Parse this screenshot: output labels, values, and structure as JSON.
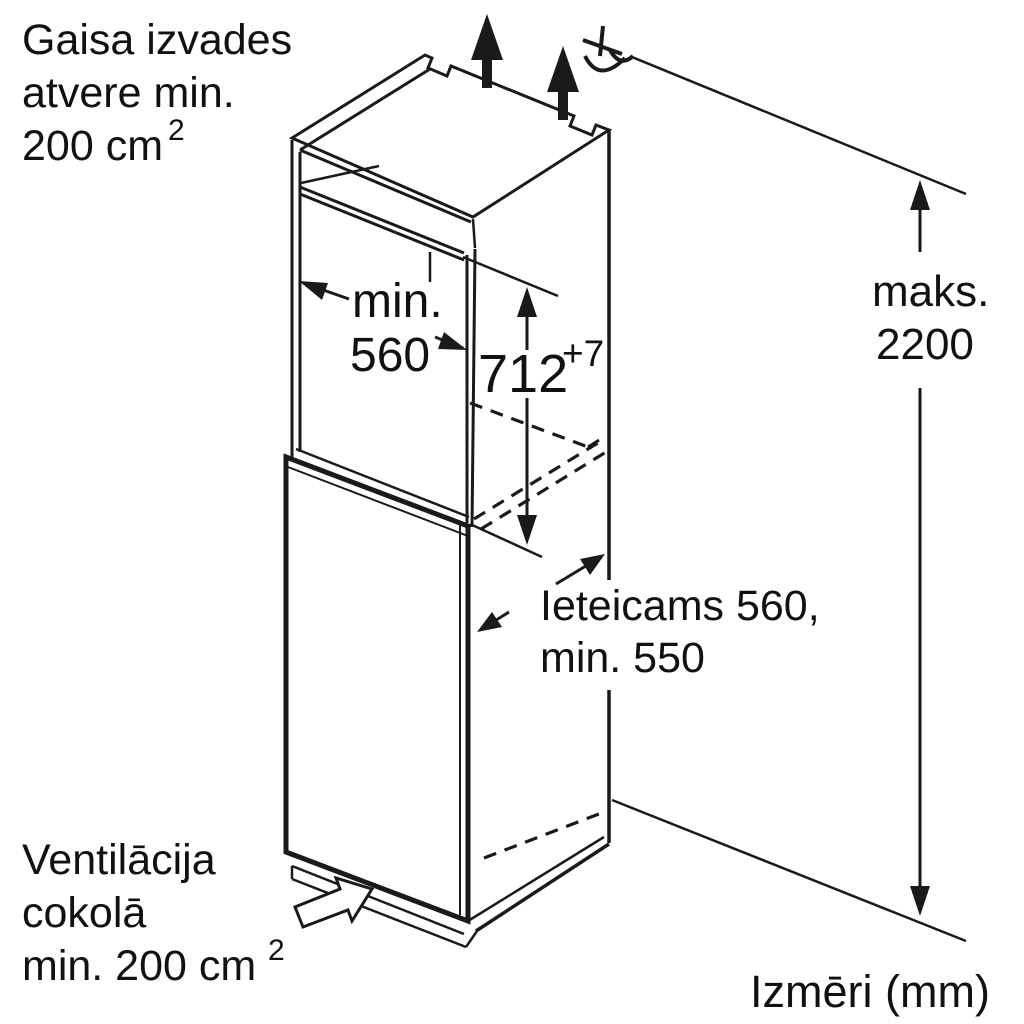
{
  "diagram": {
    "type": "appliance-installation-drawing",
    "background": "#ffffff",
    "line_color": "#1a1a1a",
    "labels": {
      "air_outlet_top": {
        "line1": "Gaisa izvades",
        "line2": "atvere min.",
        "line3_base": "200 cm",
        "line3_sup": "2"
      },
      "max_height": {
        "word": "maks.",
        "value": "2200"
      },
      "niche_width": {
        "word": "min.",
        "value": "560"
      },
      "niche_height": {
        "value": "712",
        "tolerance": "+7"
      },
      "depth": {
        "line1": "Ieteicams 560,",
        "line2": "min. 550"
      },
      "plinth_vent": {
        "line1": "Ventilācija",
        "line2": "cokolā",
        "line3_base": "min. 200 cm",
        "line3_sup": "2"
      },
      "units_note": "Izmēri (mm)"
    }
  }
}
